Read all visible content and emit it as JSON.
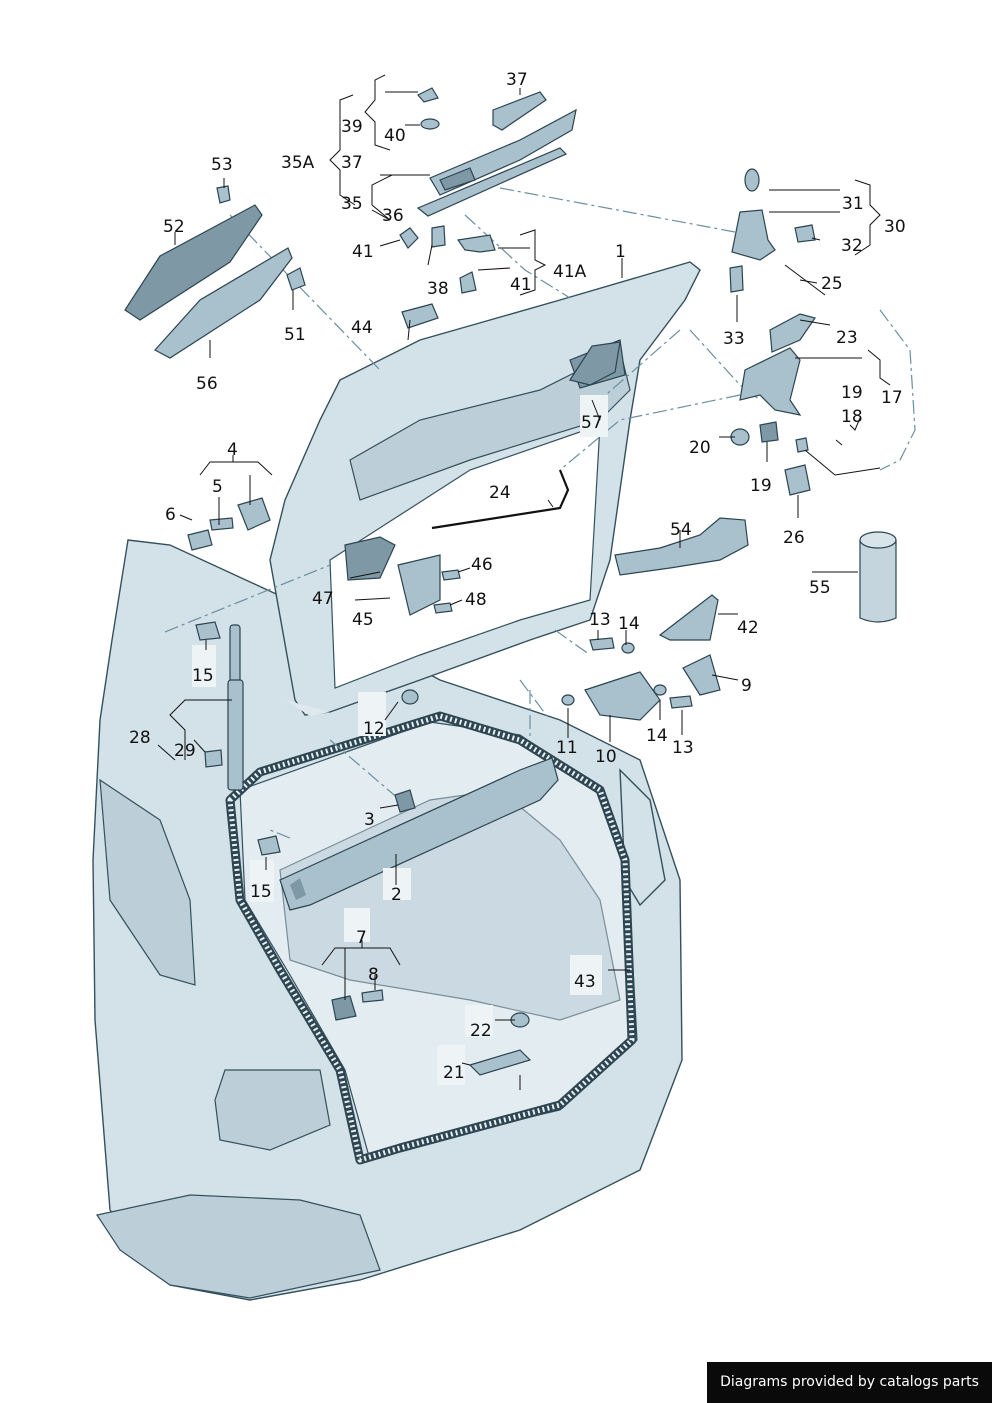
{
  "diagram": {
    "labels": {
      "l1": "1",
      "l2": "2",
      "l3": "3",
      "l4": "4",
      "l5": "5",
      "l6": "6",
      "l7": "7",
      "l8": "8",
      "l9": "9",
      "l10": "10",
      "l11": "11",
      "l12": "12",
      "l13a": "13",
      "l13b": "13",
      "l14a": "14",
      "l14b": "14",
      "l15a": "15",
      "l15b": "15",
      "l17": "17",
      "l18": "18",
      "l19a": "19",
      "l19b": "19",
      "l20": "20",
      "l21": "21",
      "l22": "22",
      "l23": "23",
      "l24": "24",
      "l25": "25",
      "l26": "26",
      "l28": "28",
      "l29": "29",
      "l30": "30",
      "l31": "31",
      "l32": "32",
      "l33": "33",
      "l35": "35",
      "l35a": "35A",
      "l36": "36",
      "l37a": "37",
      "l37b": "37",
      "l38": "38",
      "l39": "39",
      "l40": "40",
      "l41a": "41",
      "l41b": "41",
      "l41A": "41A",
      "l42": "42",
      "l43": "43",
      "l44": "44",
      "l45": "45",
      "l46": "46",
      "l47": "47",
      "l48": "48",
      "l51": "51",
      "l52": "52",
      "l53": "53",
      "l54": "54",
      "l55": "55",
      "l56": "56",
      "l57": "57"
    }
  },
  "footer": {
    "text": "Diagrams provided by catalogs parts"
  },
  "colors": {
    "part_fill": "#a9c1cd",
    "outline": "#2b4450",
    "body_fill": "#d3e1e8",
    "footer_bg": "#0a0a0a"
  }
}
